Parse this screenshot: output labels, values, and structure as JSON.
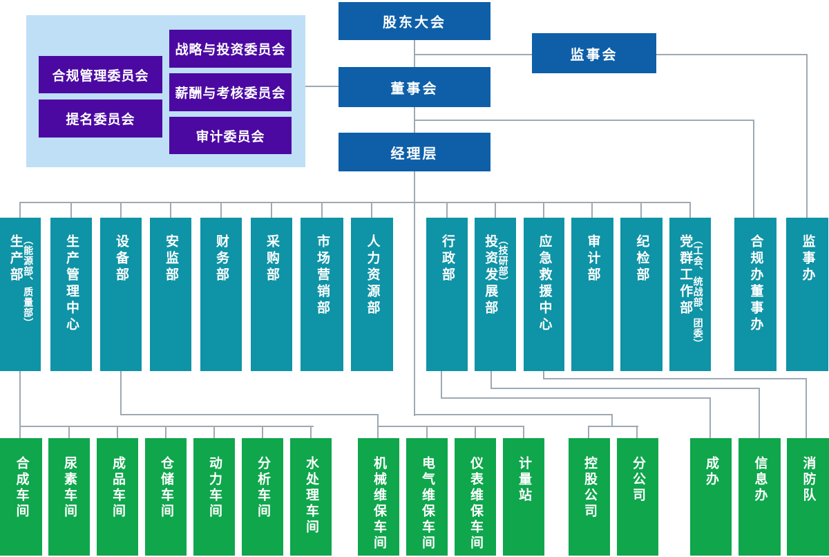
{
  "colors": {
    "governance_blue": "#0E5FA8",
    "department_teal": "#0F93A6",
    "workshop_green": "#0FA64C",
    "committee_purple": "#4B09A2",
    "committee_panel_bg": "#BEDFF6",
    "connector_line": "#9EA8B2"
  },
  "top": {
    "shareholders": "股东大会",
    "supervisory": "监事会",
    "board": "董事会",
    "management": "经理层"
  },
  "committees": [
    {
      "name": "战略与投资委员会"
    },
    {
      "name": "合规管理委员会"
    },
    {
      "name": "薪酬与考核委员会"
    },
    {
      "name": "提名委员会"
    },
    {
      "name": "审计委员会"
    }
  ],
  "departments": [
    {
      "name": "生产部",
      "sub": "（能源部、质量部）"
    },
    {
      "name": "生产管理中心"
    },
    {
      "name": "设备部"
    },
    {
      "name": "安监部"
    },
    {
      "name": "财务部"
    },
    {
      "name": "采购部"
    },
    {
      "name": "市场营销部"
    },
    {
      "name": "人力资源部"
    },
    {
      "name": "行政部"
    },
    {
      "name": "投资发展部",
      "sub": "（技研部）"
    },
    {
      "name": "应急救援中心"
    },
    {
      "name": "审计部"
    },
    {
      "name": "纪检部"
    },
    {
      "name": "党群工作部",
      "sub": "（工会、统战部、团委）"
    },
    {
      "name": "合规办董事办"
    },
    {
      "name": "监事办"
    }
  ],
  "units": [
    "合成车间",
    "尿素车间",
    "成品车间",
    "仓储车间",
    "动力车间",
    "分析车间",
    "水处理车间",
    "机械维保车间",
    "电气维保车间",
    "仪表维保车间",
    "计量站",
    "控股公司",
    "分公司",
    "成办",
    "信息办",
    "消防队"
  ],
  "edges": [
    "股东大会→董事会",
    "股东大会→监事会",
    "监事会→监事办",
    "董事会→专门委员会",
    "董事会→经理层",
    "董事会→合规办董事办",
    "经理层→职能部门",
    "生产部→合成/尿素/成品/仓储/动力/分析/水处理车间",
    "设备部→机械/电气/仪表维保车间、计量站",
    "经理层→控股公司、分公司",
    "行政部→成办",
    "投资发展部→信息办",
    "应急救援中心→消防队"
  ]
}
